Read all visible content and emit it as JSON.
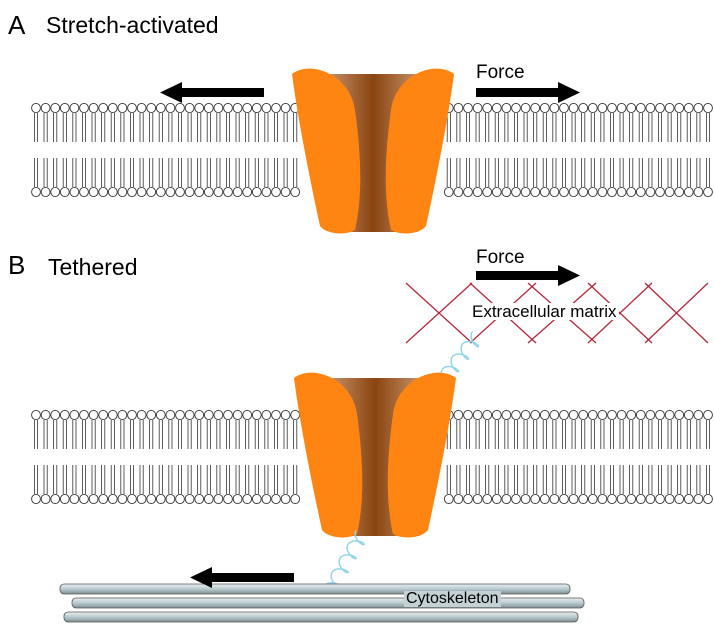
{
  "panel_a": {
    "letter": "A",
    "title": "Stretch-activated",
    "force_label": "Force"
  },
  "panel_b": {
    "letter": "B",
    "title": "Tethered",
    "force_label": "Force",
    "ecm_label": "Extracellular matrix",
    "cytoskeleton_label": "Cytoskeleton"
  },
  "colors": {
    "channel_orange": "#ff8512",
    "channel_pore_dark": "#8a4410",
    "channel_pore_light": "#f4cdb0",
    "ecm_red": "#b3283a",
    "tether_blue": "#8fd3ea",
    "cytoskeleton_fill": "#b9c9cd",
    "arrow": "#000000"
  }
}
